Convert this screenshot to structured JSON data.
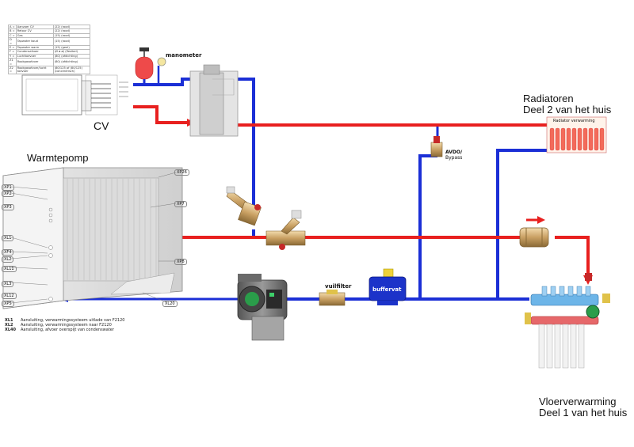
{
  "labels": {
    "cv": "CV",
    "warmtepomp": "Warmtepomp",
    "manometer": "manometer",
    "radiatoren_line1": "Radiatoren",
    "radiatoren_line2": "Deel 2 van het huis",
    "radiator_small": "Radiator verwarming",
    "avdo_line1": "AVDO/",
    "avdo_line2": "Bypass",
    "vuilfilter": "vuilfilter",
    "buffervat": "buffervat",
    "vloer_line1": "Vloerverwarming",
    "vloer_line2": "Deel 1 van het huis"
  },
  "legend_rows": [
    [
      "A =",
      "Aanvoer CV",
      "(22) (rood)"
    ],
    [
      "B =",
      "Retour CV",
      "(22) (rood)"
    ],
    [
      "C =",
      "Gas",
      "(15) (rood)"
    ],
    [
      "D =",
      "Tapwater koud",
      "(15) (rood)"
    ],
    [
      "E =",
      "Tapwater warm",
      "(15) (geel)"
    ],
    [
      "F =",
      "Condensafvoer",
      "(Ø ø ø) (flexibel)"
    ],
    [
      "Y =",
      "Luchttoevoer",
      "(80) (afdichting)"
    ],
    [
      "Z1 =",
      "Rookgasafvoer",
      "(80) (afdichting)"
    ],
    [
      "Z2 =",
      "Rookgasafvoer/lucht toevoer",
      "(80/125 of (80/125) (concentrisch)"
    ]
  ],
  "pump_labels": [
    "XP1",
    "XP2",
    "XP3",
    "XL1",
    "XF4",
    "XL2",
    "XL11",
    "XL3",
    "XL12",
    "XP5"
  ],
  "pump_labels_right": [
    "XP26",
    "XP7",
    "XP8",
    "XL20"
  ],
  "notes": [
    {
      "key": "XL1",
      "text": "Aansluiting, verwarmingssysteem uitlade van F2120"
    },
    {
      "key": "XL2",
      "text": "Aansluiting, verwarmingssysteem naar F2120"
    },
    {
      "key": "XL40",
      "text": "Aansluiting, afvoer overspijt van condenswater"
    }
  ],
  "colors": {
    "supply": "#e8201f",
    "return": "#1b2fd6",
    "brass": "#c9a063"
  }
}
